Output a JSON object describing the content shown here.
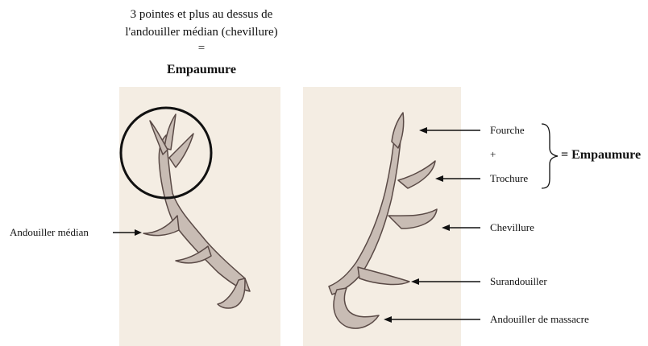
{
  "title": {
    "line1": "3 pointes et plus au dessus de",
    "line2": "l'andouiller médian (chevillure)",
    "equals": "=",
    "term": "Empaumure"
  },
  "left_labels": {
    "andouiller_median": "Andouiller médian"
  },
  "right_labels": {
    "fourche": "Fourche",
    "plus": "+",
    "trochure": "Trochure",
    "empaumure": "= Empaumure",
    "chevillure": "Chevillure",
    "surandouiller": "Surandouiller",
    "andouiller_massacre": "Andouiller de massacre"
  },
  "colors": {
    "panel_bg": "#f4ede3",
    "antler_fill": "#c8bcb4",
    "antler_stroke": "#5a4a46",
    "line": "#111111"
  }
}
